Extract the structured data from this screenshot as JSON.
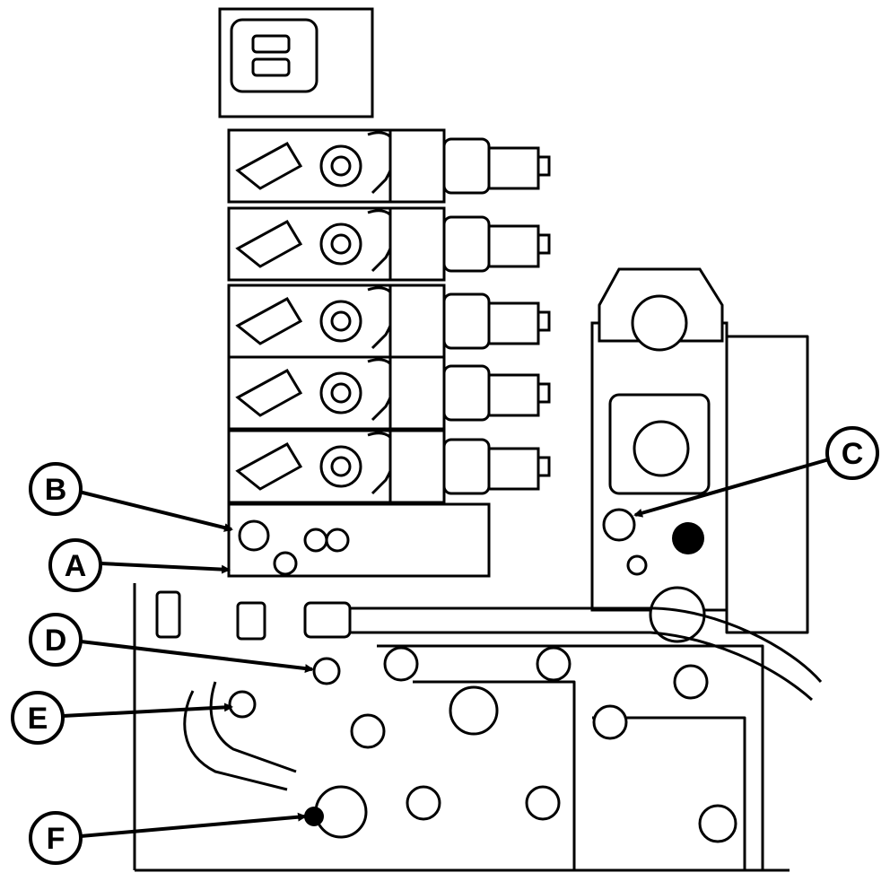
{
  "callouts": [
    {
      "id": "B",
      "label": "B"
    },
    {
      "id": "A",
      "label": "A"
    },
    {
      "id": "D",
      "label": "D"
    },
    {
      "id": "E",
      "label": "E"
    },
    {
      "id": "F",
      "label": "F"
    },
    {
      "id": "C",
      "label": "C"
    }
  ],
  "colors": {
    "line": "#000000",
    "background": "#ffffff"
  }
}
